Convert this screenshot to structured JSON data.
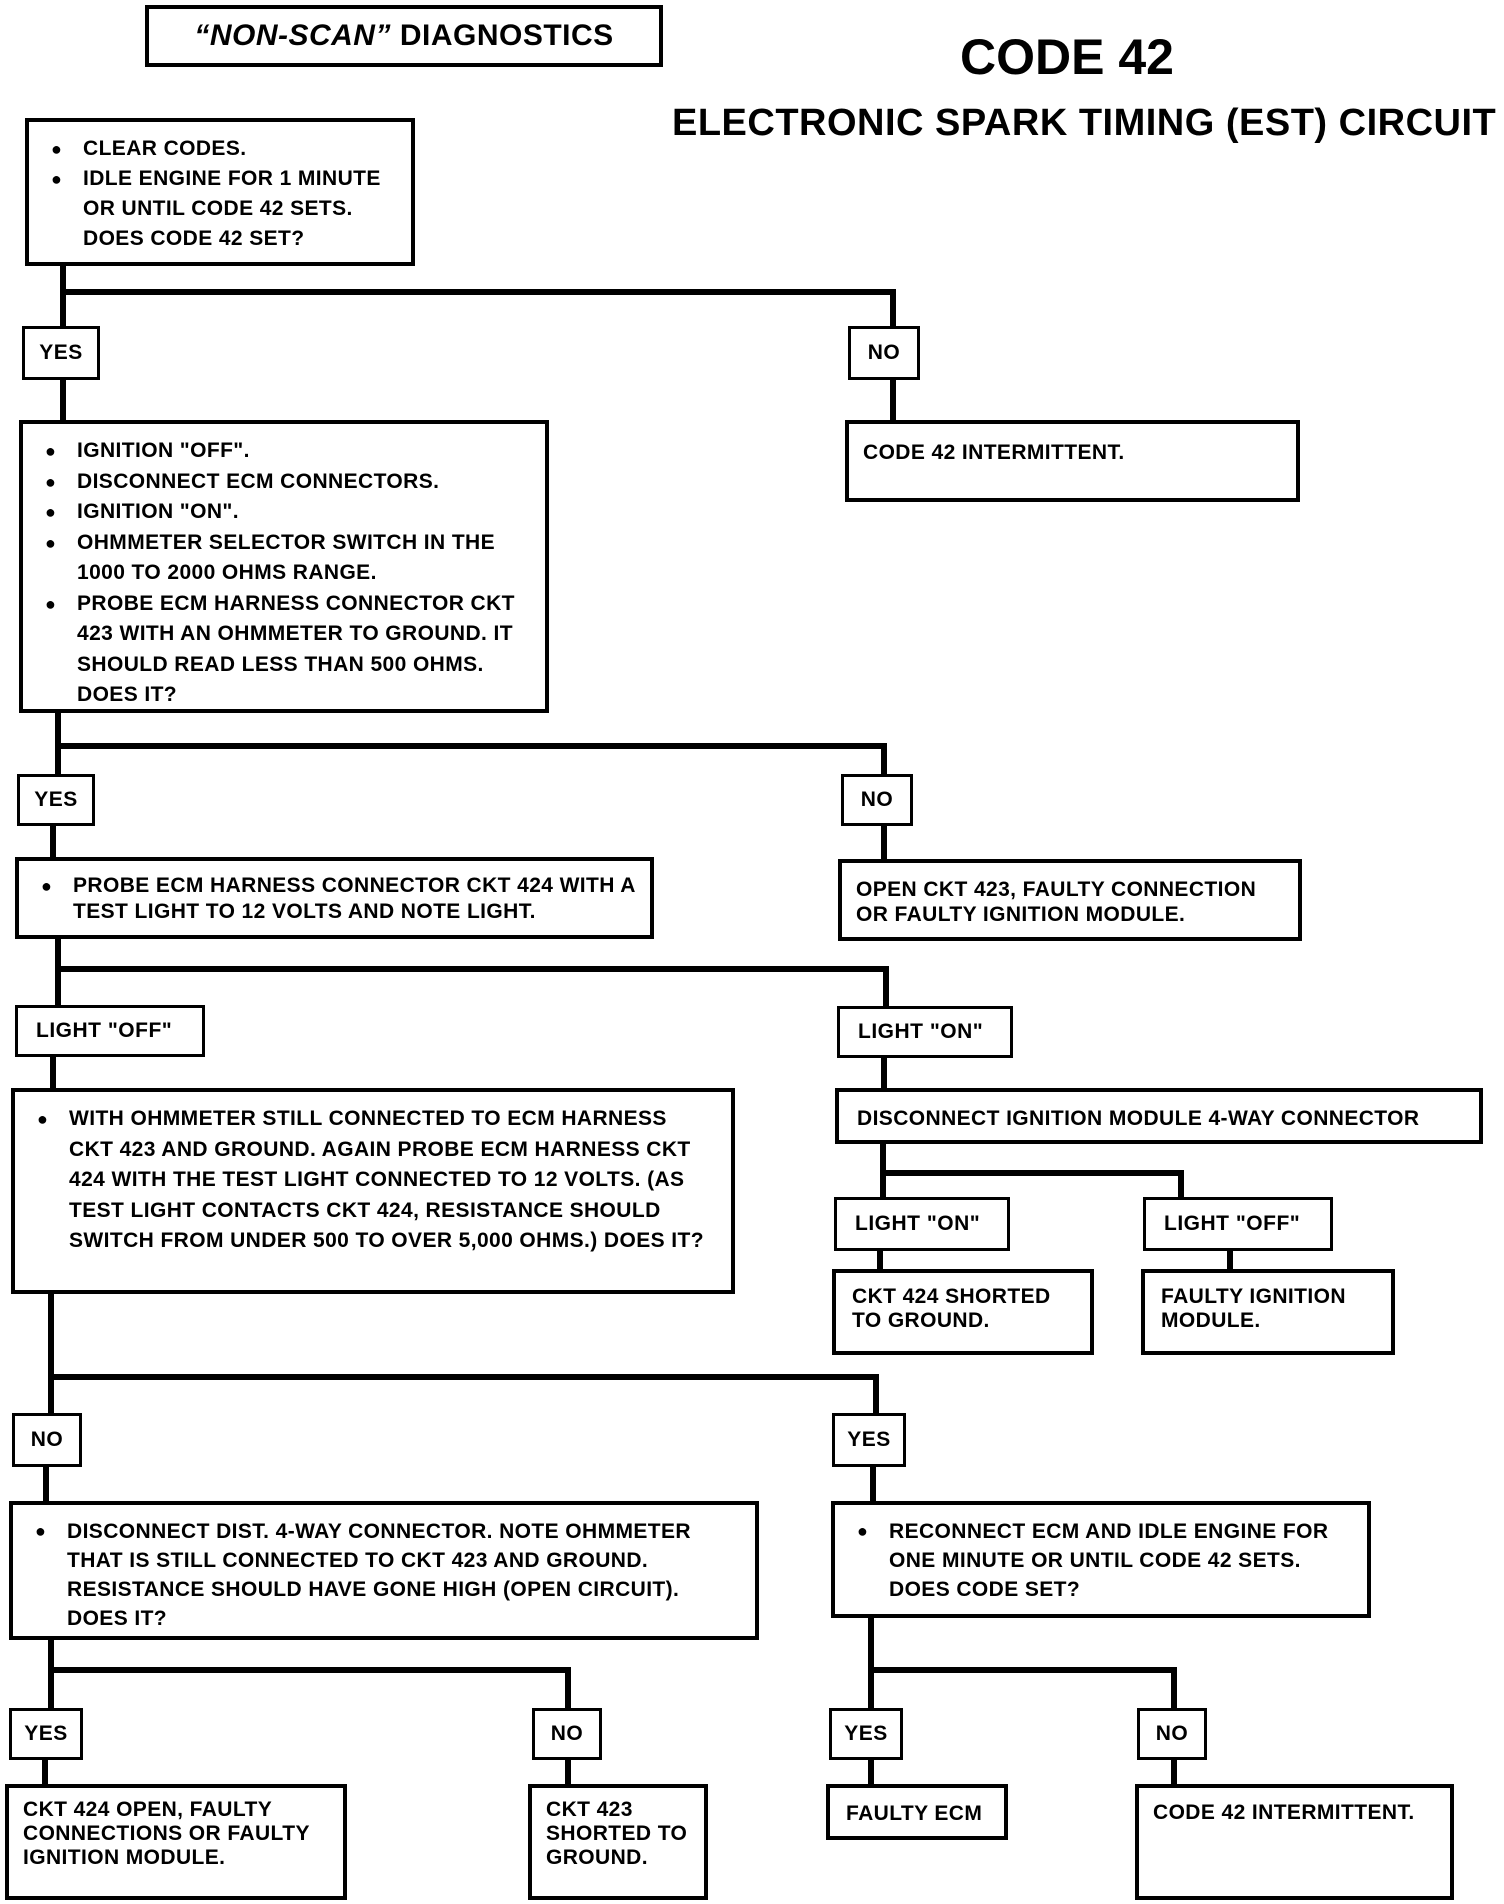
{
  "header": {
    "badge_quoted": "“NON-SCAN”",
    "badge_rest": " DIAGNOSTICS",
    "code_title": "CODE 42",
    "circuit_title": "ELECTRONIC SPARK TIMING (EST) CIRCUIT"
  },
  "step1": {
    "bullets": [
      "CLEAR CODES.",
      "IDLE ENGINE FOR 1 MINUTE OR UNTIL CODE 42 SETS. DOES CODE 42 SET?"
    ]
  },
  "branch1": {
    "yes": "YES",
    "no": "NO"
  },
  "result_no1": "CODE 42 INTERMITTENT.",
  "step2": {
    "bullets": [
      "IGNITION \"OFF\".",
      "DISCONNECT ECM CONNECTORS.",
      "IGNITION \"ON\".",
      "OHMMETER SELECTOR SWITCH IN THE 1000 TO 2000 OHMS RANGE.",
      "PROBE ECM HARNESS CONNECTOR CKT 423 WITH AN OHMMETER TO GROUND. IT SHOULD READ LESS THAN 500 OHMS. DOES IT?"
    ]
  },
  "branch2": {
    "yes": "YES",
    "no": "NO"
  },
  "result_no2": "OPEN CKT 423, FAULTY CONNECTION OR FAULTY IGNITION MODULE.",
  "step3": {
    "bullets": [
      "PROBE ECM HARNESS CONNECTOR CKT 424 WITH A TEST LIGHT TO 12 VOLTS AND NOTE LIGHT."
    ]
  },
  "branch3": {
    "light_off": "LIGHT \"OFF\"",
    "light_on": "LIGHT \"ON\""
  },
  "step4": {
    "bullets": [
      "WITH OHMMETER STILL CONNECTED TO ECM HARNESS CKT 423 AND GROUND. AGAIN PROBE ECM HARNESS CKT 424 WITH THE TEST LIGHT CONNECTED TO 12 VOLTS. (AS TEST LIGHT CONTACTS CKT 424, RESISTANCE SHOULD SWITCH FROM UNDER 500 TO OVER 5,000 OHMS.) DOES IT?"
    ]
  },
  "step_on": {
    "text": "DISCONNECT IGNITION MODULE 4-WAY CONNECTOR"
  },
  "branch_on": {
    "light_on": "LIGHT \"ON\"",
    "light_off": "LIGHT \"OFF\""
  },
  "result_on_on": "CKT 424 SHORTED TO GROUND.",
  "result_on_off": "FAULTY IGNITION MODULE.",
  "branch4": {
    "no": "NO",
    "yes": "YES"
  },
  "step5": {
    "bullets": [
      "DISCONNECT DIST. 4-WAY CONNECTOR. NOTE  OHMMETER THAT IS STILL CONNECTED TO CKT 423 AND GROUND. RESISTANCE SHOULD HAVE GONE HIGH (OPEN CIRCUIT). DOES IT?"
    ]
  },
  "step6": {
    "bullets": [
      "RECONNECT ECM AND IDLE ENGINE FOR ONE MINUTE OR UNTIL CODE 42 SETS. DOES CODE SET?"
    ]
  },
  "branch5": {
    "yes": "YES",
    "no": "NO"
  },
  "branch6": {
    "yes": "YES",
    "no": "NO"
  },
  "result_5_yes": "CKT 424 OPEN, FAULTY CONNECTIONS OR FAULTY IGNITION MODULE.",
  "result_5_no": "CKT 423 SHORTED TO GROUND.",
  "result_6_yes": "FAULTY ECM",
  "result_6_no": "CODE 42 INTERMITTENT."
}
